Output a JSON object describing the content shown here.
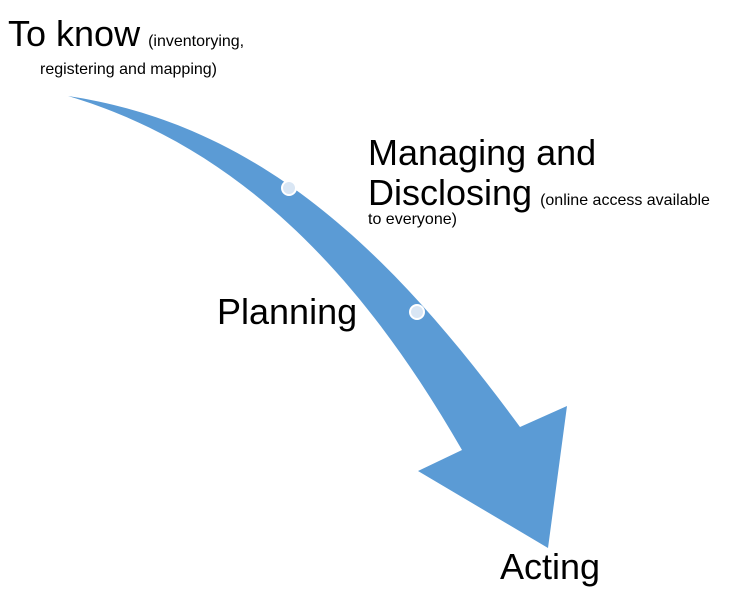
{
  "diagram": {
    "accent_color": "#5b9bd5",
    "marker_fill": "#d9e6f4",
    "marker_stroke": "#ffffff",
    "stages": {
      "know": {
        "title": "To know",
        "note_line1": "(inventorying,",
        "note_line2": "registering and mapping)"
      },
      "managing": {
        "title_line1": "Managing and",
        "title_line2": "Disclosing",
        "note_line1": "(online access available",
        "note_line2": "to everyone)"
      },
      "planning": {
        "title": "Planning"
      },
      "acting": {
        "title": "Acting"
      }
    }
  }
}
